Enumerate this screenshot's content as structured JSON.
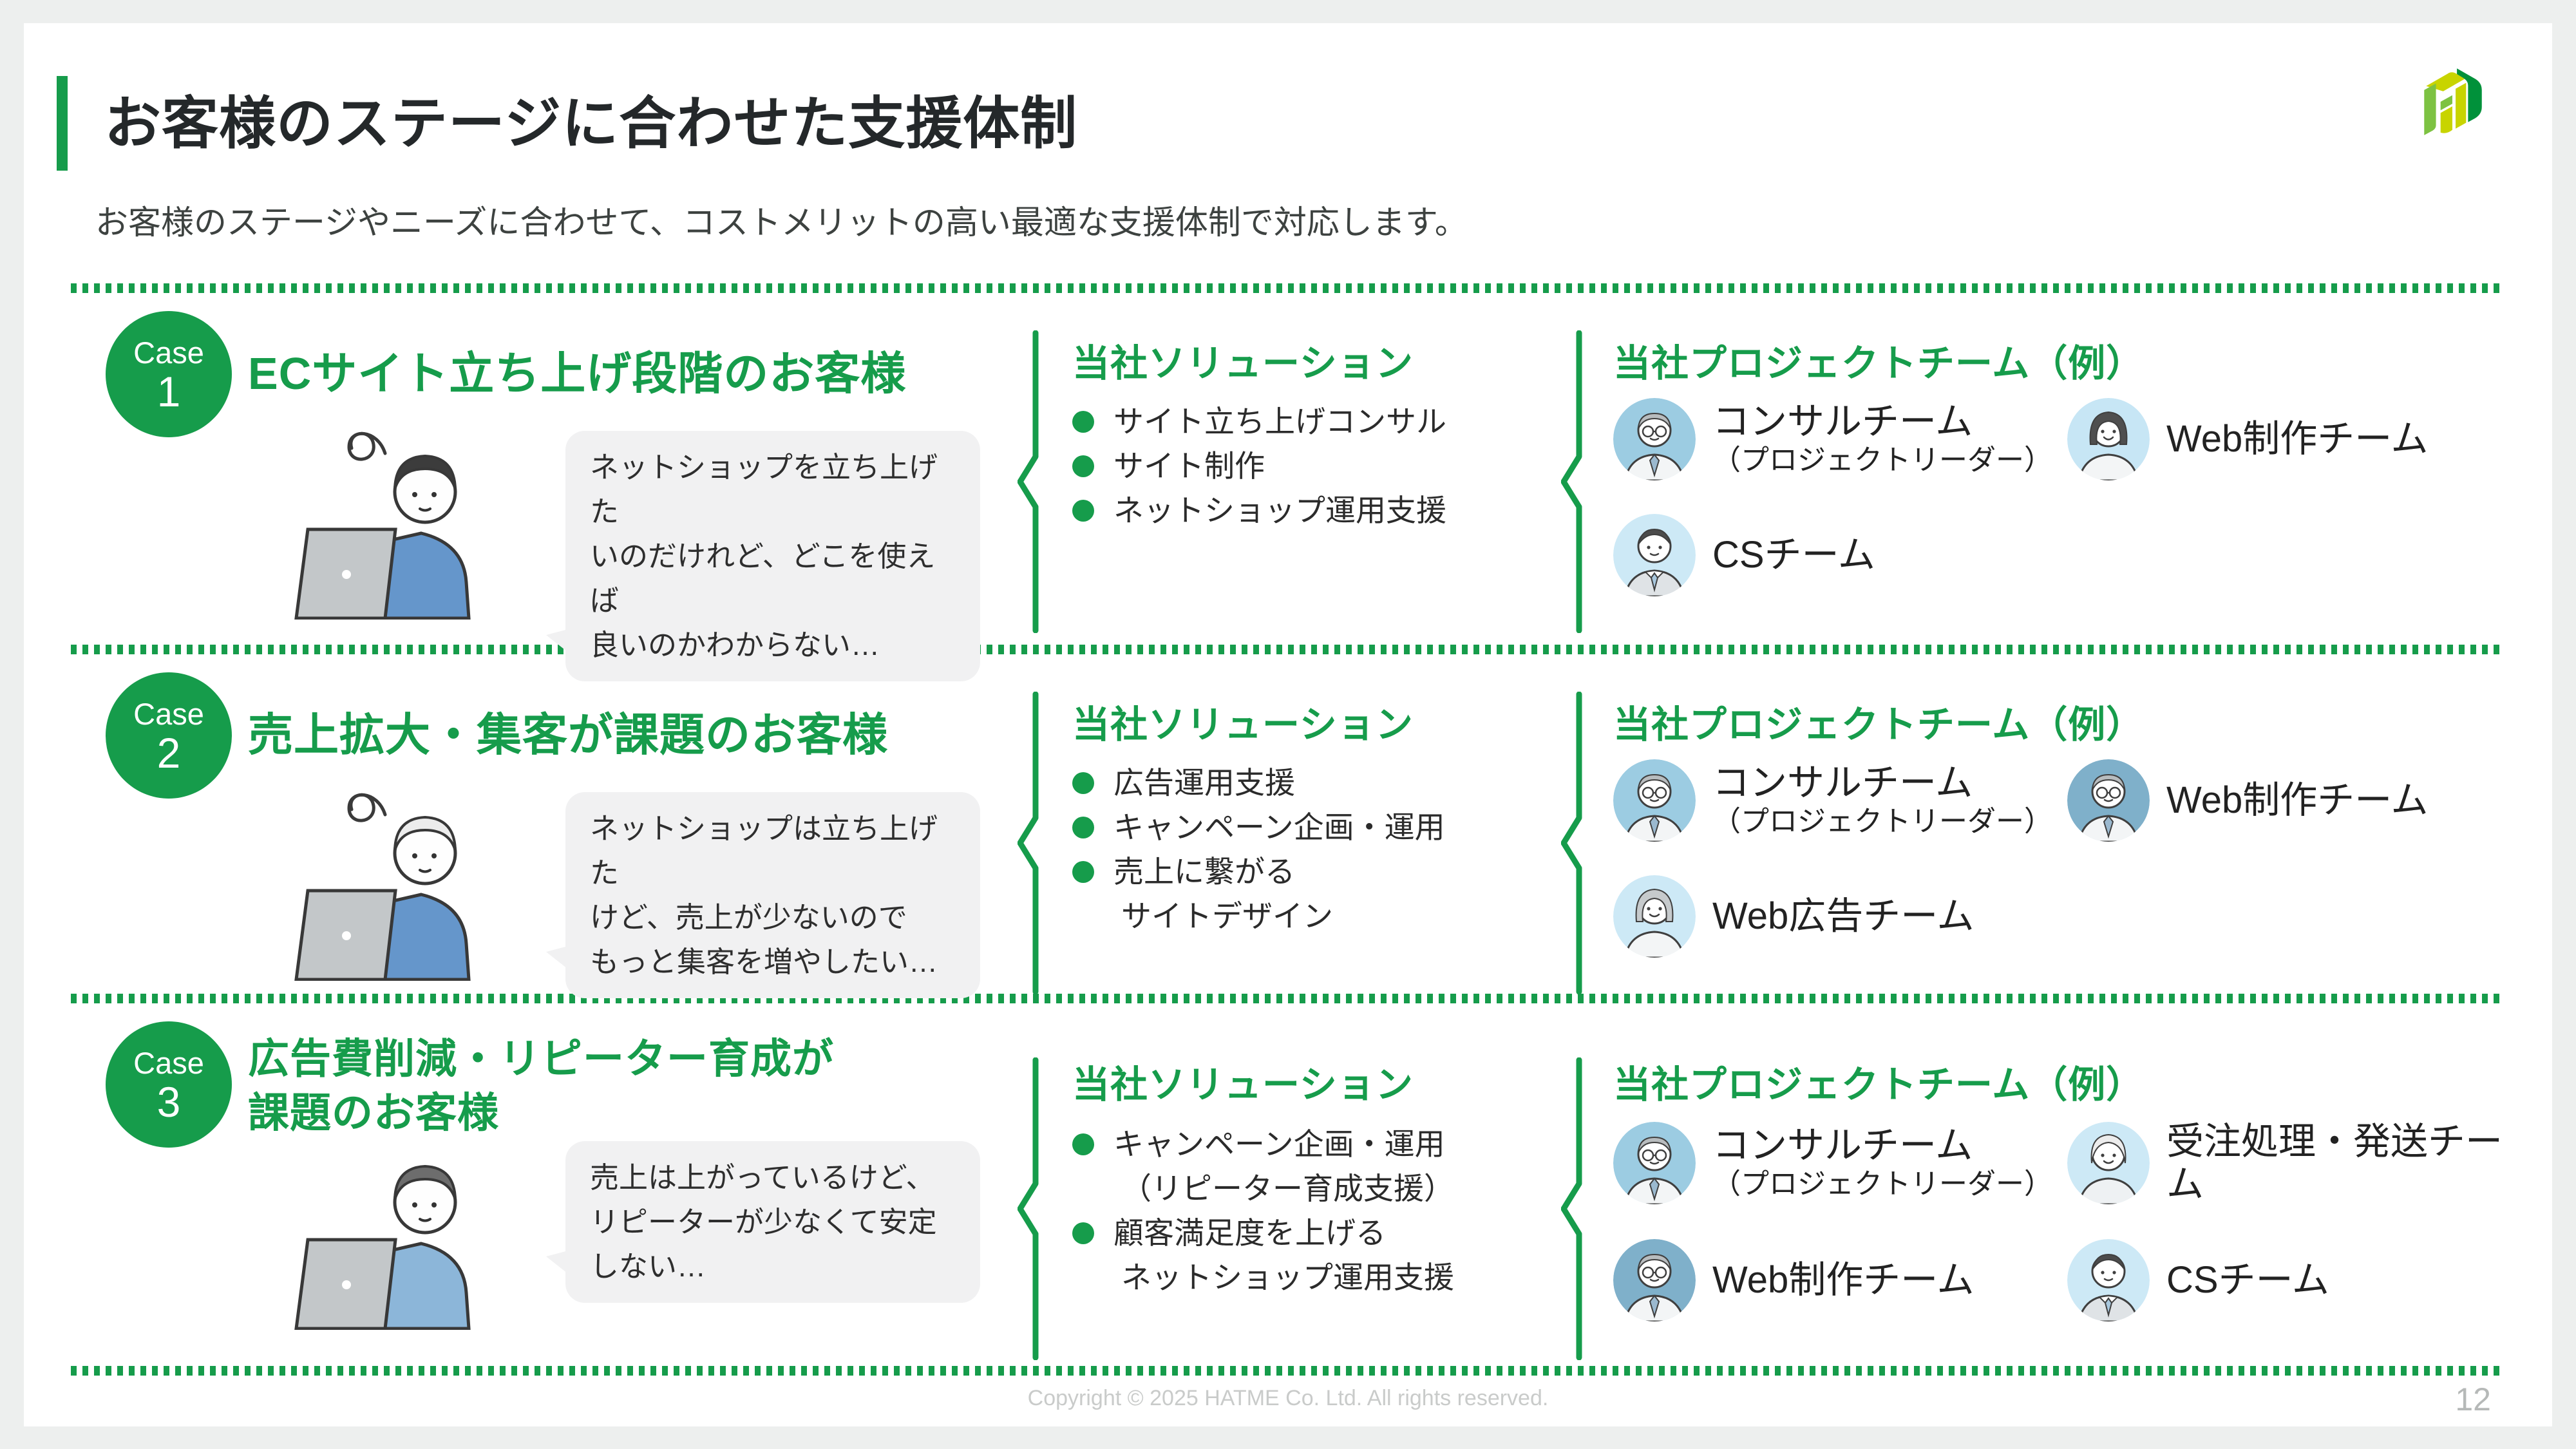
{
  "page": {
    "accent_green": "#169c4b",
    "copyright": "Copyright © 2025 HATME Co. Ltd. All rights reserved.",
    "page_number": "12"
  },
  "header": {
    "title": "お客様のステージに合わせた支援体制",
    "subtitle": "お客様のステージやニーズに合わせて、コストメリットの高い最適な支援体制で対応します。",
    "logo": "hatme-logo"
  },
  "labels": {
    "case": "Case",
    "solution_heading": "当社ソリューション",
    "team_heading": "当社プロジェクトチーム（例）"
  },
  "cases": [
    {
      "number": "1",
      "title": "ECサイト立ち上げ段階のお客様",
      "quote_lines": [
        "ネットショップを立ち上げた",
        "いのだけれど、どこを使えば",
        "良いのかわからない…"
      ],
      "person": {
        "hair": "#3c3c3c",
        "shirt": "#6596cb",
        "scribble": true
      },
      "solutions": [
        {
          "text": "サイト立ち上げコンサル"
        },
        {
          "text": "サイト制作"
        },
        {
          "text": "ネットショップ運用支援"
        }
      ],
      "team": [
        {
          "name": "コンサルチーム",
          "sub": "（プロジェクトリーダー）",
          "variant": "man-glasses",
          "bg": "#9ccce2"
        },
        {
          "name": "Web制作チーム",
          "variant": "woman-wave",
          "bg": "#c7e6f5"
        },
        {
          "name": "CSチーム",
          "variant": "man-young",
          "bg": "#cde9f6"
        }
      ]
    },
    {
      "number": "2",
      "title": "売上拡大・集客が課題のお客様",
      "quote_lines": [
        "ネットショップは立ち上げた",
        "けど、売上が少ないので",
        "もっと集客を増やしたい…"
      ],
      "person": {
        "hair": "#ececec",
        "shirt": "#6596cb",
        "scribble": true
      },
      "solutions": [
        {
          "text": "広告運用支援"
        },
        {
          "text": "キャンペーン企画・運用"
        },
        {
          "text": "売上に繋がる",
          "sub": "サイトデザイン"
        }
      ],
      "team": [
        {
          "name": "コンサルチーム",
          "sub": "（プロジェクトリーダー）",
          "variant": "man-glasses",
          "bg": "#9ccce2"
        },
        {
          "name": "Web制作チーム",
          "variant": "man-glasses",
          "bg": "#7fb0ca"
        },
        {
          "name": "Web広告チーム",
          "variant": "woman-bob",
          "bg": "#cde9f6"
        }
      ]
    },
    {
      "number": "3",
      "title": "広告費削減・リピーター育成が",
      "title2": "課題のお客様",
      "quote_lines": [
        "売上は上がっているけど、",
        "リピーターが少なくて安定",
        "しない…"
      ],
      "person": {
        "hair": "#6d6d6d",
        "shirt": "#8cb6d9",
        "scribble": false
      },
      "solutions": [
        {
          "text": "キャンペーン企画・運用",
          "sub": "（リピーター育成支援）"
        },
        {
          "text": "顧客満足度を上げる",
          "sub": "ネットショップ運用支援"
        }
      ],
      "team": [
        {
          "name": "コンサルチーム",
          "sub": "（プロジェクトリーダー）",
          "variant": "man-glasses",
          "bg": "#9ccce2"
        },
        {
          "name": "受注処理・発送チーム",
          "variant": "woman-elder",
          "bg": "#cde9f6"
        },
        {
          "name": "Web制作チーム",
          "variant": "man-glasses",
          "bg": "#7fb0ca"
        },
        {
          "name": "CSチーム",
          "variant": "man-young",
          "bg": "#cde9f6"
        }
      ]
    }
  ]
}
